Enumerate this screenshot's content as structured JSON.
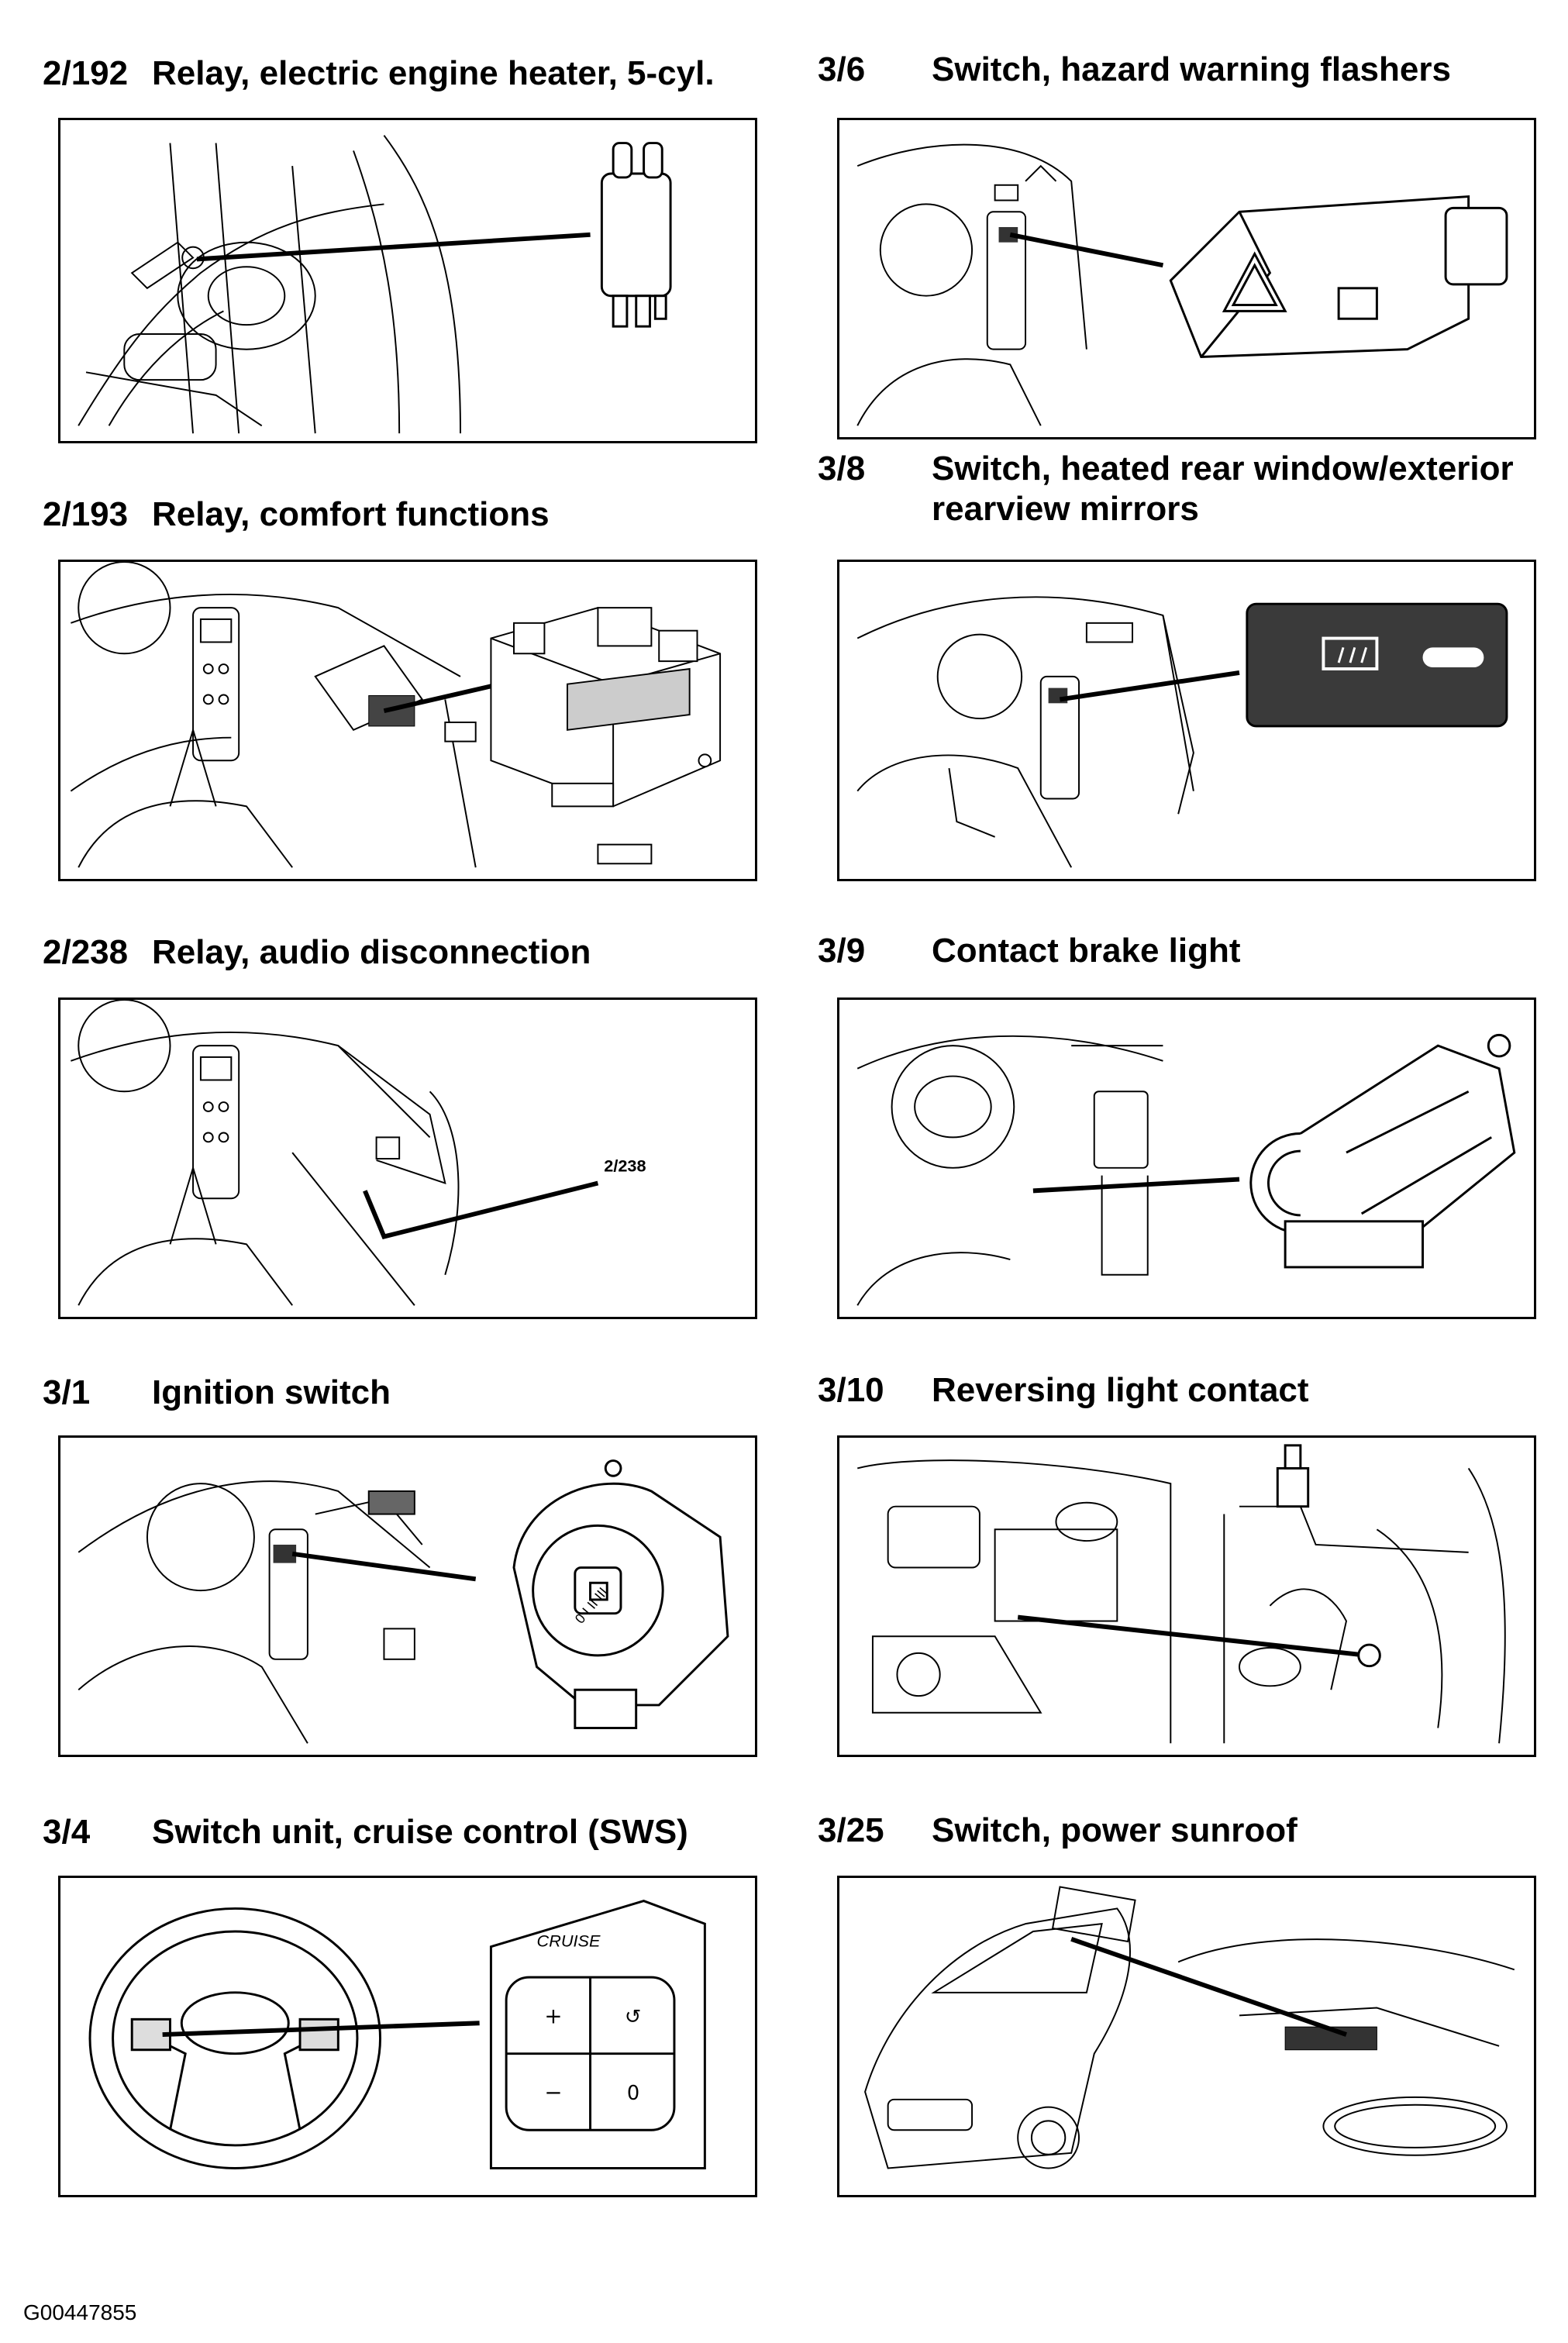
{
  "items": [
    {
      "num": "2/192",
      "title": "Relay, electric engine heater, 5-cyl."
    },
    {
      "num": "2/193",
      "title": "Relay, comfort functions"
    },
    {
      "num": "2/238",
      "title": "Relay, audio disconnection",
      "callout": "2/238"
    },
    {
      "num": "3/1",
      "title": "Ignition switch",
      "switch_marks": "0 I II III"
    },
    {
      "num": "3/4",
      "title": "Switch unit, cruise control (SWS)",
      "badge": "CRUISE",
      "buttons": [
        "+",
        "↺",
        "−",
        "0"
      ]
    },
    {
      "num": "3/6",
      "title": "Switch, hazard warning flashers"
    },
    {
      "num": "3/8",
      "title_line1": "Switch, heated rear window/exterior",
      "title_line2": "rearview mirrors"
    },
    {
      "num": "3/9",
      "title": "Contact brake light"
    },
    {
      "num": "3/10",
      "title": "Reversing light contact"
    },
    {
      "num": "3/25",
      "title": "Switch, power sunroof"
    }
  ],
  "footer": {
    "code": "G00447855"
  }
}
